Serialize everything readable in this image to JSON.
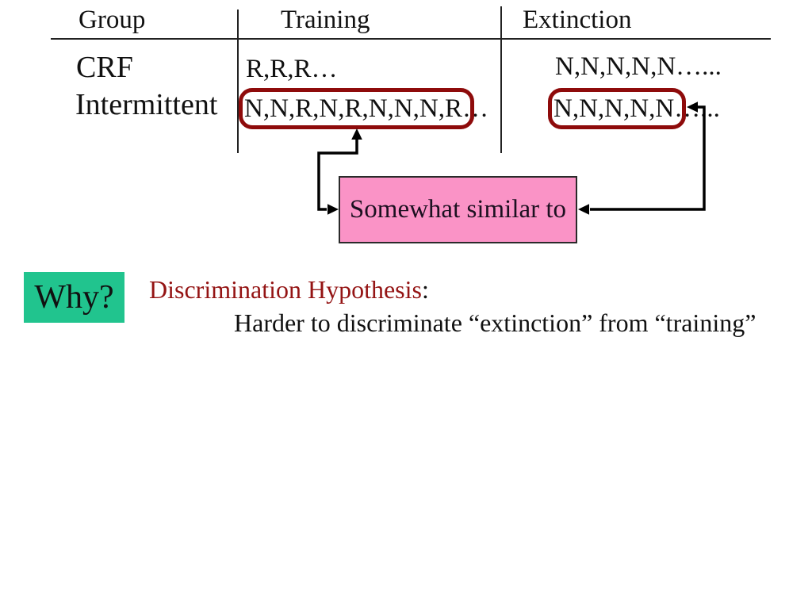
{
  "slide": {
    "table": {
      "headers": {
        "group": "Group",
        "training": "Training",
        "extinction": "Extinction"
      },
      "rows": [
        {
          "group": "CRF",
          "training": "R,R,R…",
          "extinction": "N,N,N,N,N…..."
        },
        {
          "group": "Intermittent",
          "training": "N,N,R,N,R,N,N,N,R…",
          "extinction": "N,N,N,N,N…..."
        }
      ]
    },
    "callout": {
      "text": "Somewhat similar to"
    },
    "why": {
      "text": "Why?"
    },
    "hypothesis": {
      "title": "Discrimination Hypothesis",
      "colon": ":",
      "detail": "Harder to discriminate “extinction” from “training”"
    },
    "colors": {
      "highlight_red": "#8e0b0b",
      "callout_pink": "#fa93c6",
      "why_green": "#21c48e",
      "title_red": "#941414",
      "arrow_black": "#000000"
    }
  }
}
